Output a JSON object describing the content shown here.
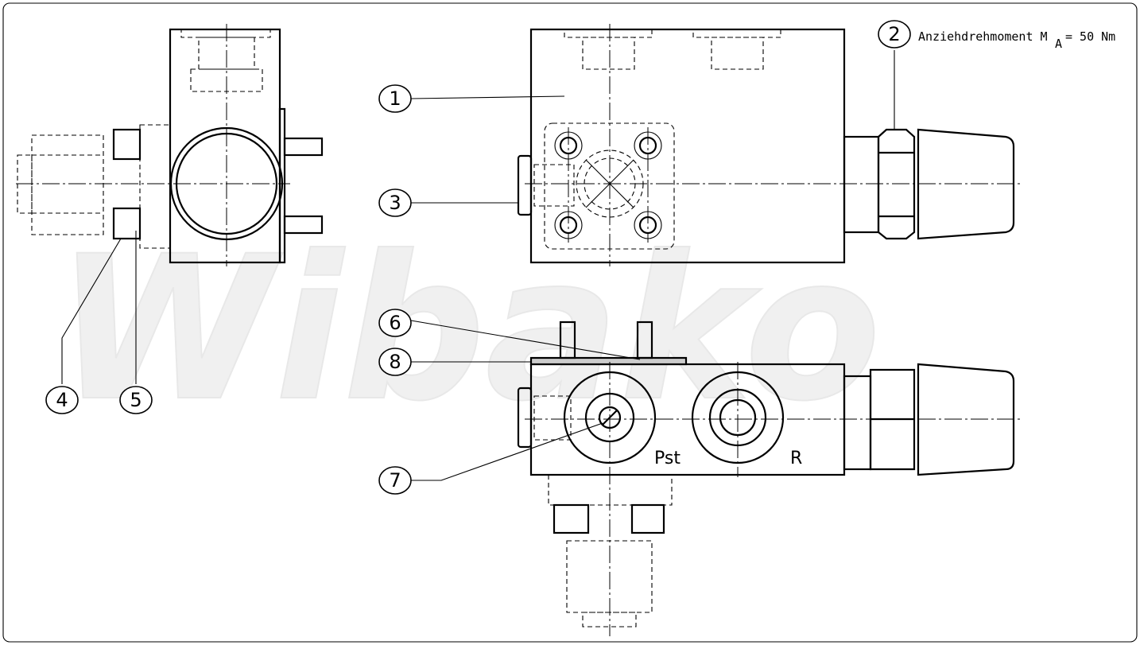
{
  "watermark": "Wibako",
  "annotation": {
    "text": "Anziehdrehmoment M",
    "subscript": "A",
    "value": "= 50 Nm"
  },
  "ports": {
    "pst": "Pst",
    "r": "R"
  },
  "balloons": [
    "1",
    "2",
    "3",
    "4",
    "5",
    "6",
    "7",
    "8"
  ]
}
